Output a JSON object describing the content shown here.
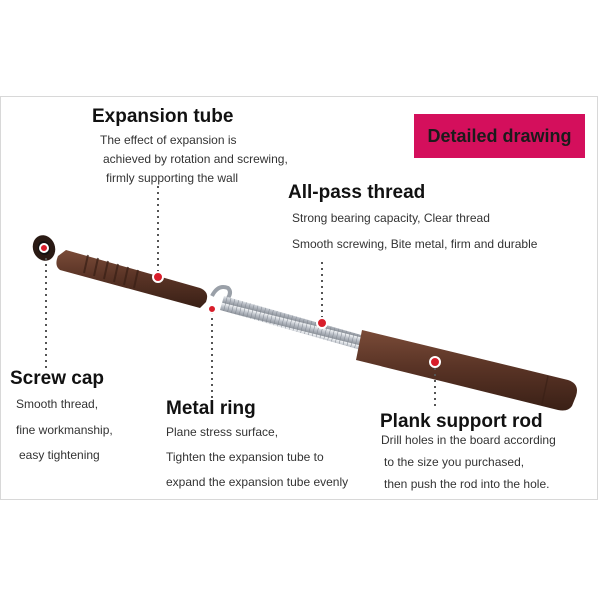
{
  "badge": {
    "text": "Detailed drawing",
    "color": "#d40f5c"
  },
  "parts": {
    "expansion_tube": {
      "title": "Expansion tube",
      "lines": [
        "The effect of expansion is",
        "achieved by rotation and screwing,",
        "firmly supporting the wall"
      ]
    },
    "all_pass_thread": {
      "title": "All-pass thread",
      "lines": [
        "Strong bearing capacity, Clear thread",
        "Smooth screwing, Bite metal, firm and durable"
      ]
    },
    "screw_cap": {
      "title": "Screw cap",
      "lines": [
        "Smooth thread,",
        "fine workmanship,",
        "easy tightening"
      ]
    },
    "metal_ring": {
      "title": "Metal ring",
      "lines": [
        "Plane stress surface,",
        "Tighten the expansion tube to",
        "expand the expansion tube evenly"
      ]
    },
    "plank_support_rod": {
      "title": "Plank support rod",
      "lines": [
        "Drill holes in the board according",
        "to the size you purchased,",
        "then push the rod into the hole."
      ]
    }
  },
  "colors": {
    "tube_brown": "#5a3426",
    "rod_steel": "#c9cdd4",
    "marker_red": "#d81e2b",
    "badge_magenta": "#d40f5c"
  }
}
